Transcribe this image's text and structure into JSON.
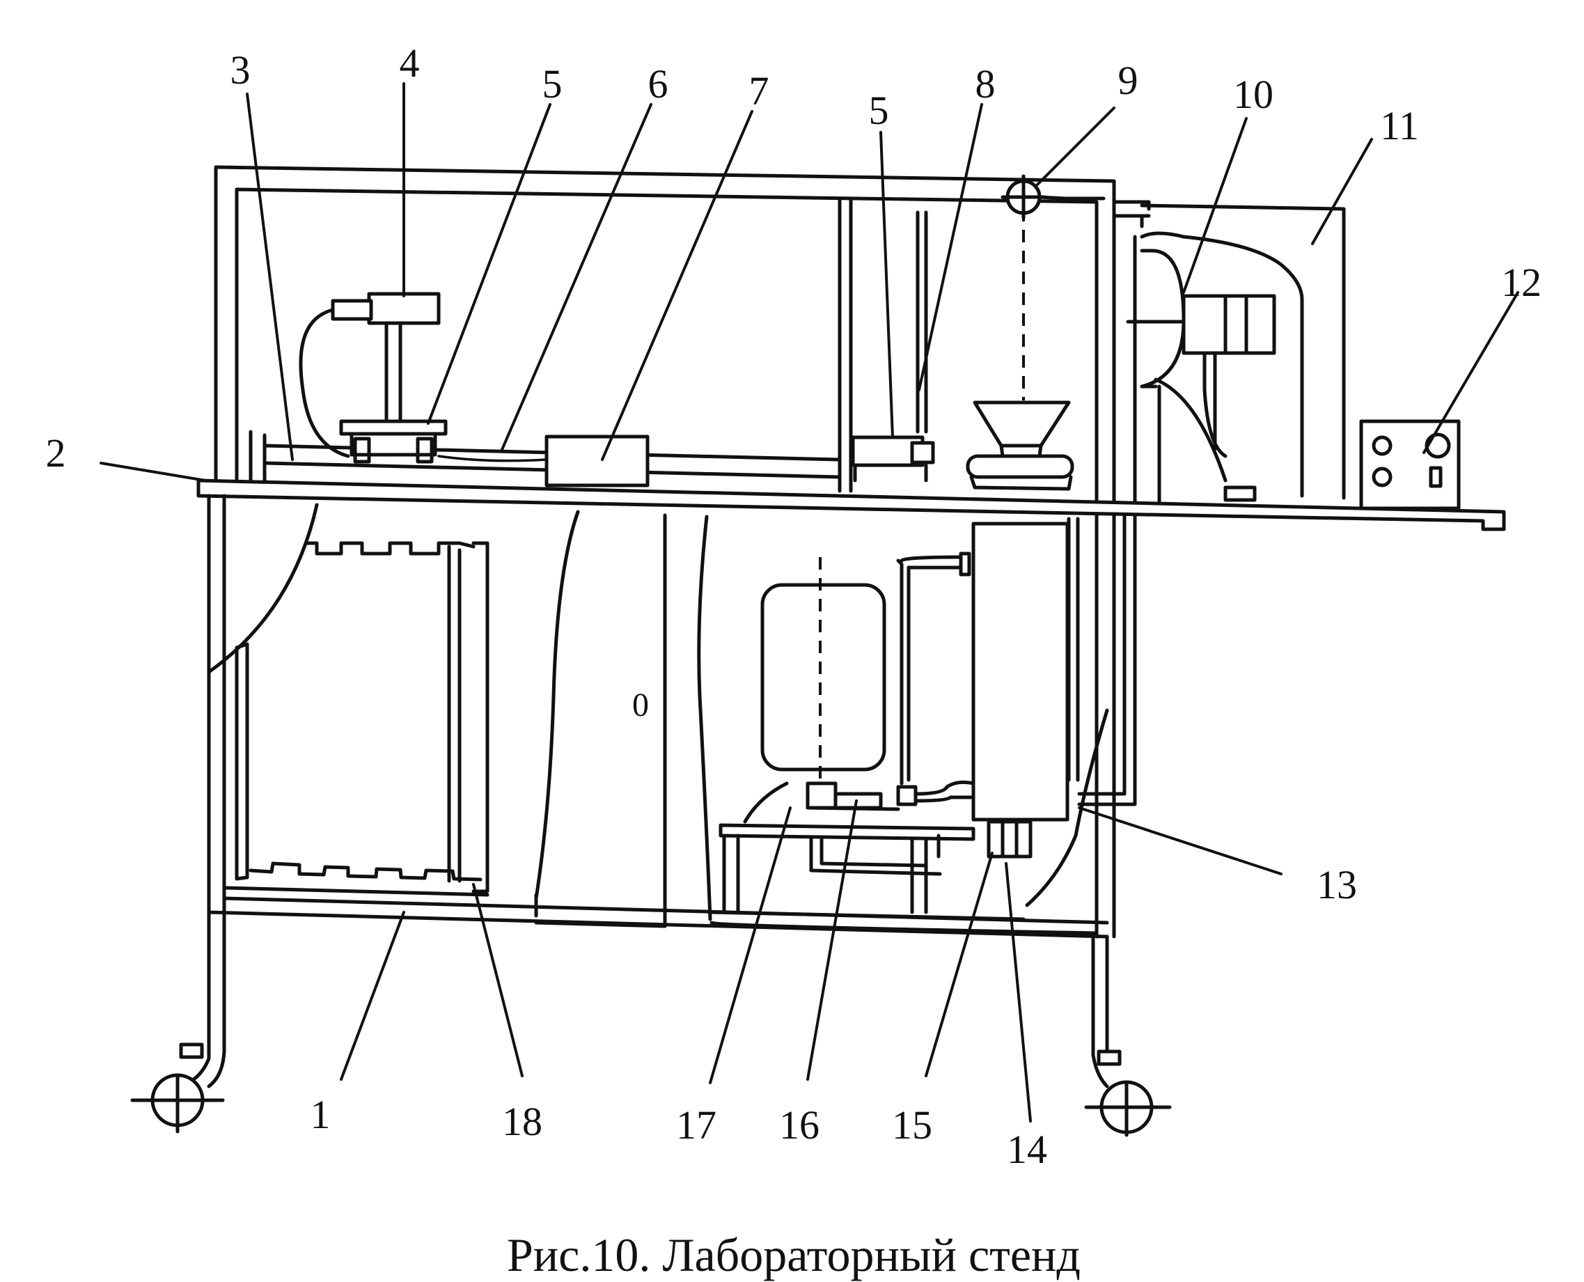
{
  "caption": "Рис.10. Лабораторный стенд",
  "panel_mark": "0",
  "labels": {
    "n1": "1",
    "n2": "2",
    "n3": "3",
    "n4": "4",
    "n5a": "5",
    "n5b": "5",
    "n6": "6",
    "n7": "7",
    "n8": "8",
    "n9": "9",
    "n10": "10",
    "n11": "11",
    "n12": "12",
    "n13": "13",
    "n14": "14",
    "n15": "15",
    "n16": "16",
    "n17": "17",
    "n18": "18"
  },
  "colors": {
    "ink": "#111111",
    "paper": "#ffffff"
  }
}
